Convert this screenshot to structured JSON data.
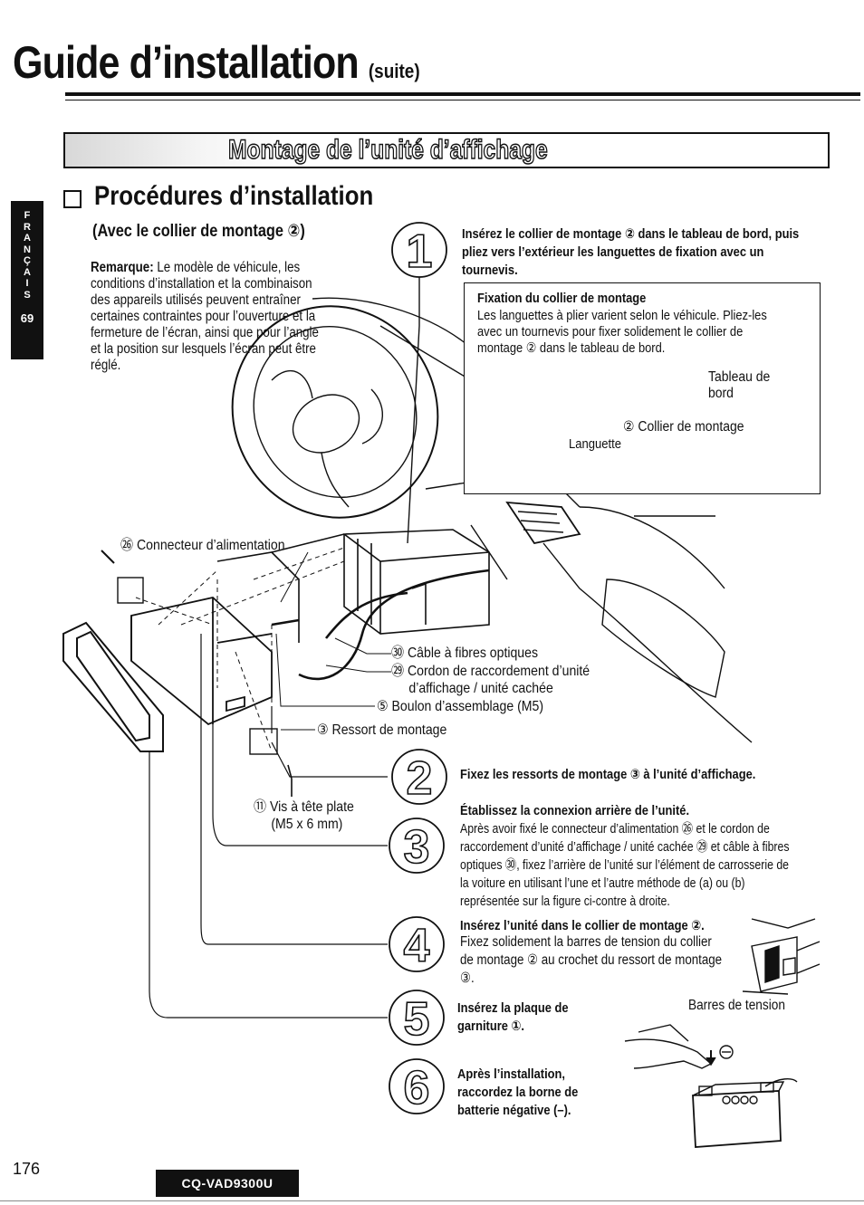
{
  "header": {
    "title": "Guide d’installation",
    "title_suffix": "(suite)"
  },
  "banner": {
    "text": "Montage de l’unité d’affichage"
  },
  "side_tab": {
    "language": "F\nR\nA\nN\nÇ\nA\nI\nS",
    "page": "69"
  },
  "procedures": {
    "heading": "Procédures d’installation",
    "subheading": "(Avec le collier de montage ②)",
    "remark_label": "Remarque:",
    "remark_text": "Le modèle de véhicule, les conditions d’installation et la combinaison des appareils utilisés peuvent entraîner certaines contraintes pour l’ouverture et la fermeture de l’écran, ainsi que pour l’angle et la position sur lesquels l’écran peut être réglé."
  },
  "steps": {
    "s1": {
      "number": "1",
      "text": "Insérez le collier de montage ② dans le tableau de bord, puis pliez vers l’extérieur les languettes de fixation avec un tournevis."
    },
    "s2": {
      "number": "2",
      "text": "Fixez les ressorts de montage ③ à l’unité d’affichage."
    },
    "s3": {
      "number": "3",
      "title": "Établissez la connexion arrière de l’unité.",
      "text": "Après avoir fixé le connecteur d’alimentation ㉖ et le cordon de raccordement d’unité d’affichage / unité cachée ㉙ et câble à fibres optiques ㉚, fixez l’arrière de l’unité sur l’élément de carrosserie de la voiture en utilisant l’une et l’autre méthode de (a) ou (b) représentée sur la figure ci-contre à droite."
    },
    "s4": {
      "number": "4",
      "title": "Insérez l’unité dans le collier de montage ②.",
      "text": "Fixez solidement la barres de tension du collier de montage ② au crochet du ressort de montage ③."
    },
    "s5": {
      "number": "5",
      "text": "Insérez la plaque de garniture ①."
    },
    "s6": {
      "number": "6",
      "text": "Après l’installation, raccordez la borne de batterie négative (–)."
    }
  },
  "fixation_box": {
    "title": "Fixation du collier de montage",
    "text": "Les languettes à plier varient selon le véhicule. Pliez-les avec un tournevis pour fixer solidement le collier de montage ② dans le tableau de bord.",
    "label_tableau": "Tableau de bord",
    "label_collier": "② Collier de montage",
    "label_languette": "Languette"
  },
  "diagram_labels": {
    "connecteur": "㉖ Connecteur d’alimentation",
    "cable": "㉚ Câble à fibres optiques",
    "cordon": "㉙ Cordon de raccordement d’unité d’affichage / unité cachée",
    "cordon_line1": "㉙ Cordon de raccordement d’unité",
    "cordon_line2": "d’affichage / unité cachée",
    "boulon": "⑤ Boulon d’assemblage (M5)",
    "ressort": "③ Ressort de montage",
    "vis_line1": "⑪ Vis à tête plate",
    "vis_line2": "(M5 x 6 mm)",
    "barres": "Barres de tension"
  },
  "footer": {
    "page_number": "176",
    "model": "CQ-VAD9300U"
  },
  "colors": {
    "ink": "#111111",
    "paper": "#ffffff",
    "banner_fade": "#d8d8d8"
  }
}
